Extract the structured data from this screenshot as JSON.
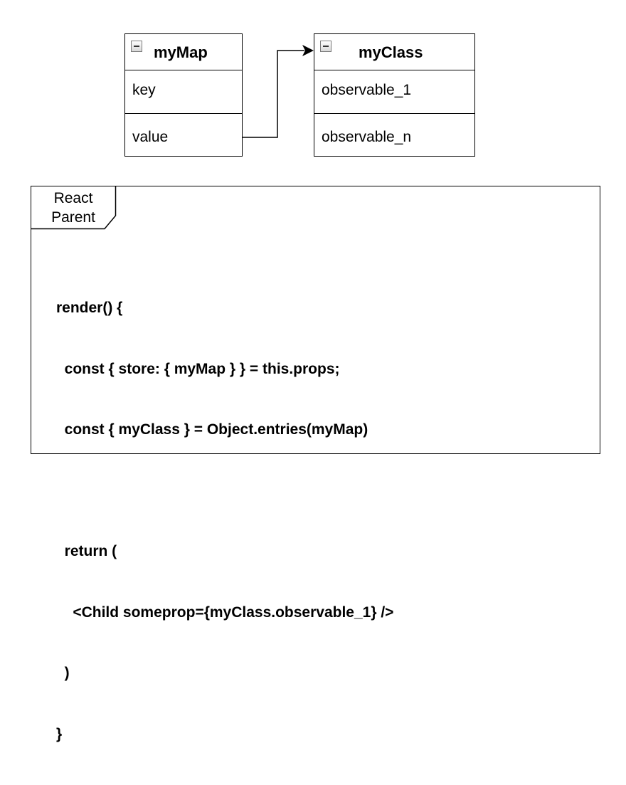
{
  "diagram": {
    "classes": [
      {
        "id": "mymap",
        "title": "myMap",
        "fields": [
          "key",
          "value"
        ]
      },
      {
        "id": "myclass",
        "title": "myClass",
        "fields": [
          "observable_1",
          "observable_n"
        ]
      }
    ],
    "connector": {
      "from": "myMap.value",
      "to": "myClass"
    },
    "frame": {
      "label_line1": "React",
      "label_line2": "Parent",
      "code_lines": [
        "render() {",
        "  const { store: { myMap } } = this.props;",
        "  const { myClass } = Object.entries(myMap)",
        "",
        "  return (",
        "    <Child someprop={myClass.observable_1} />",
        "  )",
        "}"
      ]
    }
  },
  "icons": {
    "collapse": "minus-square-icon"
  }
}
